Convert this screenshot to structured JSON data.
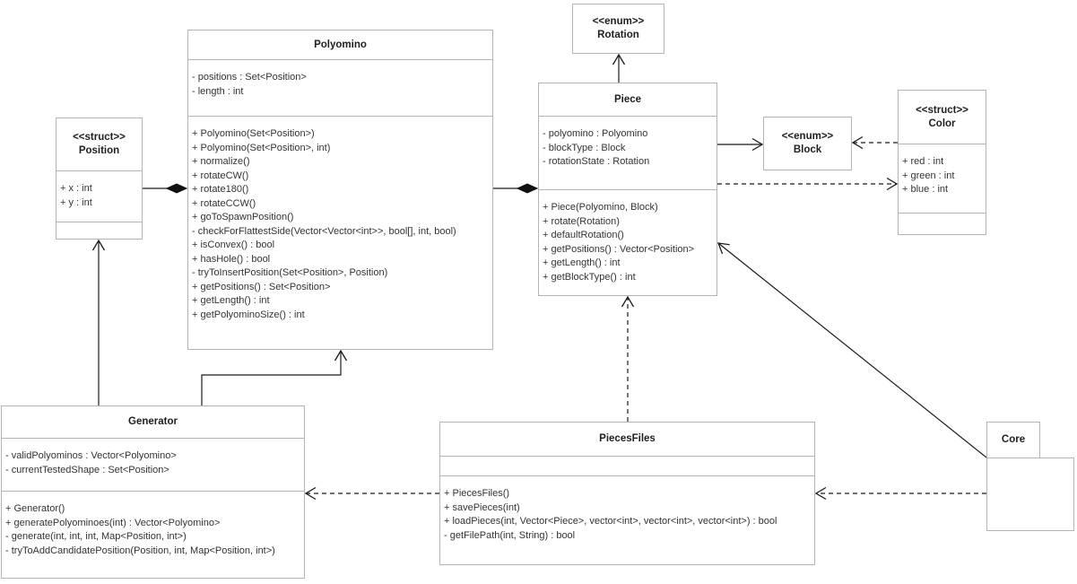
{
  "diagram": {
    "kind": "uml-class-diagram",
    "classes": {
      "position": {
        "stereotype": "<<struct>>",
        "name": "Position",
        "attributes": [
          "+ x : int",
          "+ y : int"
        ],
        "methods": []
      },
      "polyomino": {
        "name": "Polyomino",
        "attributes": [
          "- positions : Set<Position>",
          "- length : int"
        ],
        "methods": [
          "+ Polyomino(Set<Position>)",
          "+ Polyomino(Set<Position>, int)",
          "+ normalize()",
          "+ rotateCW()",
          "+ rotate180()",
          "+ rotateCCW()",
          "+ goToSpawnPosition()",
          "- checkForFlattestSide(Vector<Vector<int>>, bool[], int, bool)",
          "+ isConvex() : bool",
          "+ hasHole() : bool",
          "- tryToInsertPosition(Set<Position>, Position)",
          "+ getPositions() : Set<Position>",
          "+ getLength() : int",
          "+ getPolyominoSize() : int"
        ]
      },
      "rotation": {
        "stereotype": "<<enum>>",
        "name": "Rotation",
        "attributes": [],
        "methods": []
      },
      "piece": {
        "name": "Piece",
        "attributes": [
          "- polyomino : Polyomino",
          "- blockType : Block",
          "- rotationState : Rotation"
        ],
        "methods": [
          "+ Piece(Polyomino, Block)",
          "+ rotate(Rotation)",
          "+ defaultRotation()",
          "+ getPositions() : Vector<Position>",
          "+ getLength() : int",
          "+ getBlockType() : int"
        ]
      },
      "block": {
        "stereotype": "<<enum>>",
        "name": "Block",
        "attributes": [],
        "methods": []
      },
      "color": {
        "stereotype": "<<struct>>",
        "name": "Color",
        "attributes": [
          "+ red : int",
          "+ green : int",
          "+ blue : int"
        ],
        "methods": []
      },
      "generator": {
        "name": "Generator",
        "attributes": [
          "- validPolyominos : Vector<Polyomino>",
          "- currentTestedShape : Set<Position>"
        ],
        "methods": [
          "+ Generator()",
          "+ generatePolyominoes(int) : Vector<Polyomino>",
          "- generate(int, int, int, Map<Position, int>)",
          "- tryToAddCandidatePosition(Position, int, Map<Position, int>)"
        ]
      },
      "piecesfiles": {
        "name": "PiecesFiles",
        "attributes": [],
        "methods": [
          "+ PiecesFiles()",
          "+ savePieces(int)",
          "+ loadPieces(int, Vector<Piece>, vector<int>, vector<int>, vector<int>) : bool",
          "- getFilePath(int, String) : bool"
        ]
      },
      "core": {
        "name": "Core",
        "shape": "package"
      }
    },
    "relationships": [
      {
        "from": "Position",
        "to": "Polyomino",
        "type": "composition"
      },
      {
        "from": "Polyomino",
        "to": "Piece",
        "type": "composition"
      },
      {
        "from": "Piece",
        "to": "Rotation",
        "type": "association-arrow"
      },
      {
        "from": "Piece",
        "to": "Block",
        "type": "association-arrow"
      },
      {
        "from": "Piece",
        "to": "Color",
        "type": "dependency-dashed"
      },
      {
        "from": "Color",
        "to": "Block",
        "type": "dependency-dashed"
      },
      {
        "from": "Generator",
        "to": "Position",
        "type": "association-arrow"
      },
      {
        "from": "Generator",
        "to": "Polyomino",
        "type": "association-arrow"
      },
      {
        "from": "PiecesFiles",
        "to": "Piece",
        "type": "dependency-dashed"
      },
      {
        "from": "PiecesFiles",
        "to": "Generator",
        "type": "dependency-dashed"
      },
      {
        "from": "Core",
        "to": "PiecesFiles",
        "type": "dependency-dashed"
      },
      {
        "from": "Core",
        "to": "Piece",
        "type": "association-arrow"
      }
    ],
    "colors": {
      "box_border": "#b3b3b3",
      "box_fill": "#ffffff",
      "line": "#1a1a1a",
      "text": "#333333"
    }
  }
}
